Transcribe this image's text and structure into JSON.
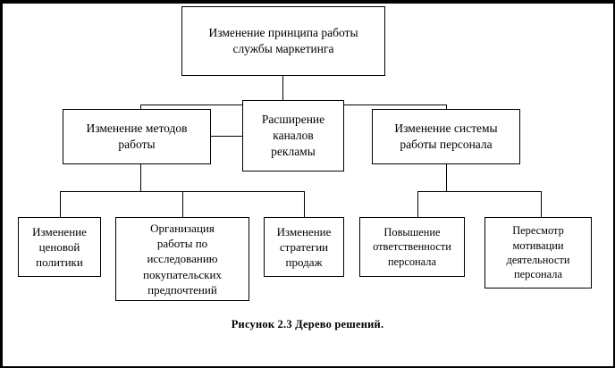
{
  "figure": {
    "caption": "Рисунок 2.3 Дерево решений.",
    "title_root": "Изменение принципа работы\nслужбы маркетинга"
  },
  "diagram": {
    "type": "tree",
    "root": {
      "id": "root",
      "label": "Изменение принципа работы\nслужбы маркетинга"
    },
    "level2": [
      {
        "id": "l2-1",
        "label": "Изменение методов\nработы"
      },
      {
        "id": "l2-2",
        "label": "Расширение\nканалов\nрекламы"
      },
      {
        "id": "l2-3",
        "label": "Изменение системы\nработы персонала"
      }
    ],
    "level3": [
      {
        "id": "l3-1",
        "label": "Изменение\nценовой\nполитики",
        "parent": "l2-1"
      },
      {
        "id": "l3-2",
        "label": "Организация\nработы по\nисследованию\nпокупательских\nпредпочтений",
        "parent": "l2-1"
      },
      {
        "id": "l3-3",
        "label": "Изменение\nстратегии\nпродаж",
        "parent": "l2-1"
      },
      {
        "id": "l3-4",
        "label": "Повышение\nответственности\nперсонала",
        "parent": "l2-3"
      },
      {
        "id": "l3-5",
        "label": "Пересмотр\nмотивации\nдеятельности\nперсонала",
        "parent": "l2-3"
      }
    ],
    "colors": {
      "line": "#000000",
      "box_fill": "#ffffff",
      "text": "#000000",
      "frame": "#000000"
    }
  }
}
